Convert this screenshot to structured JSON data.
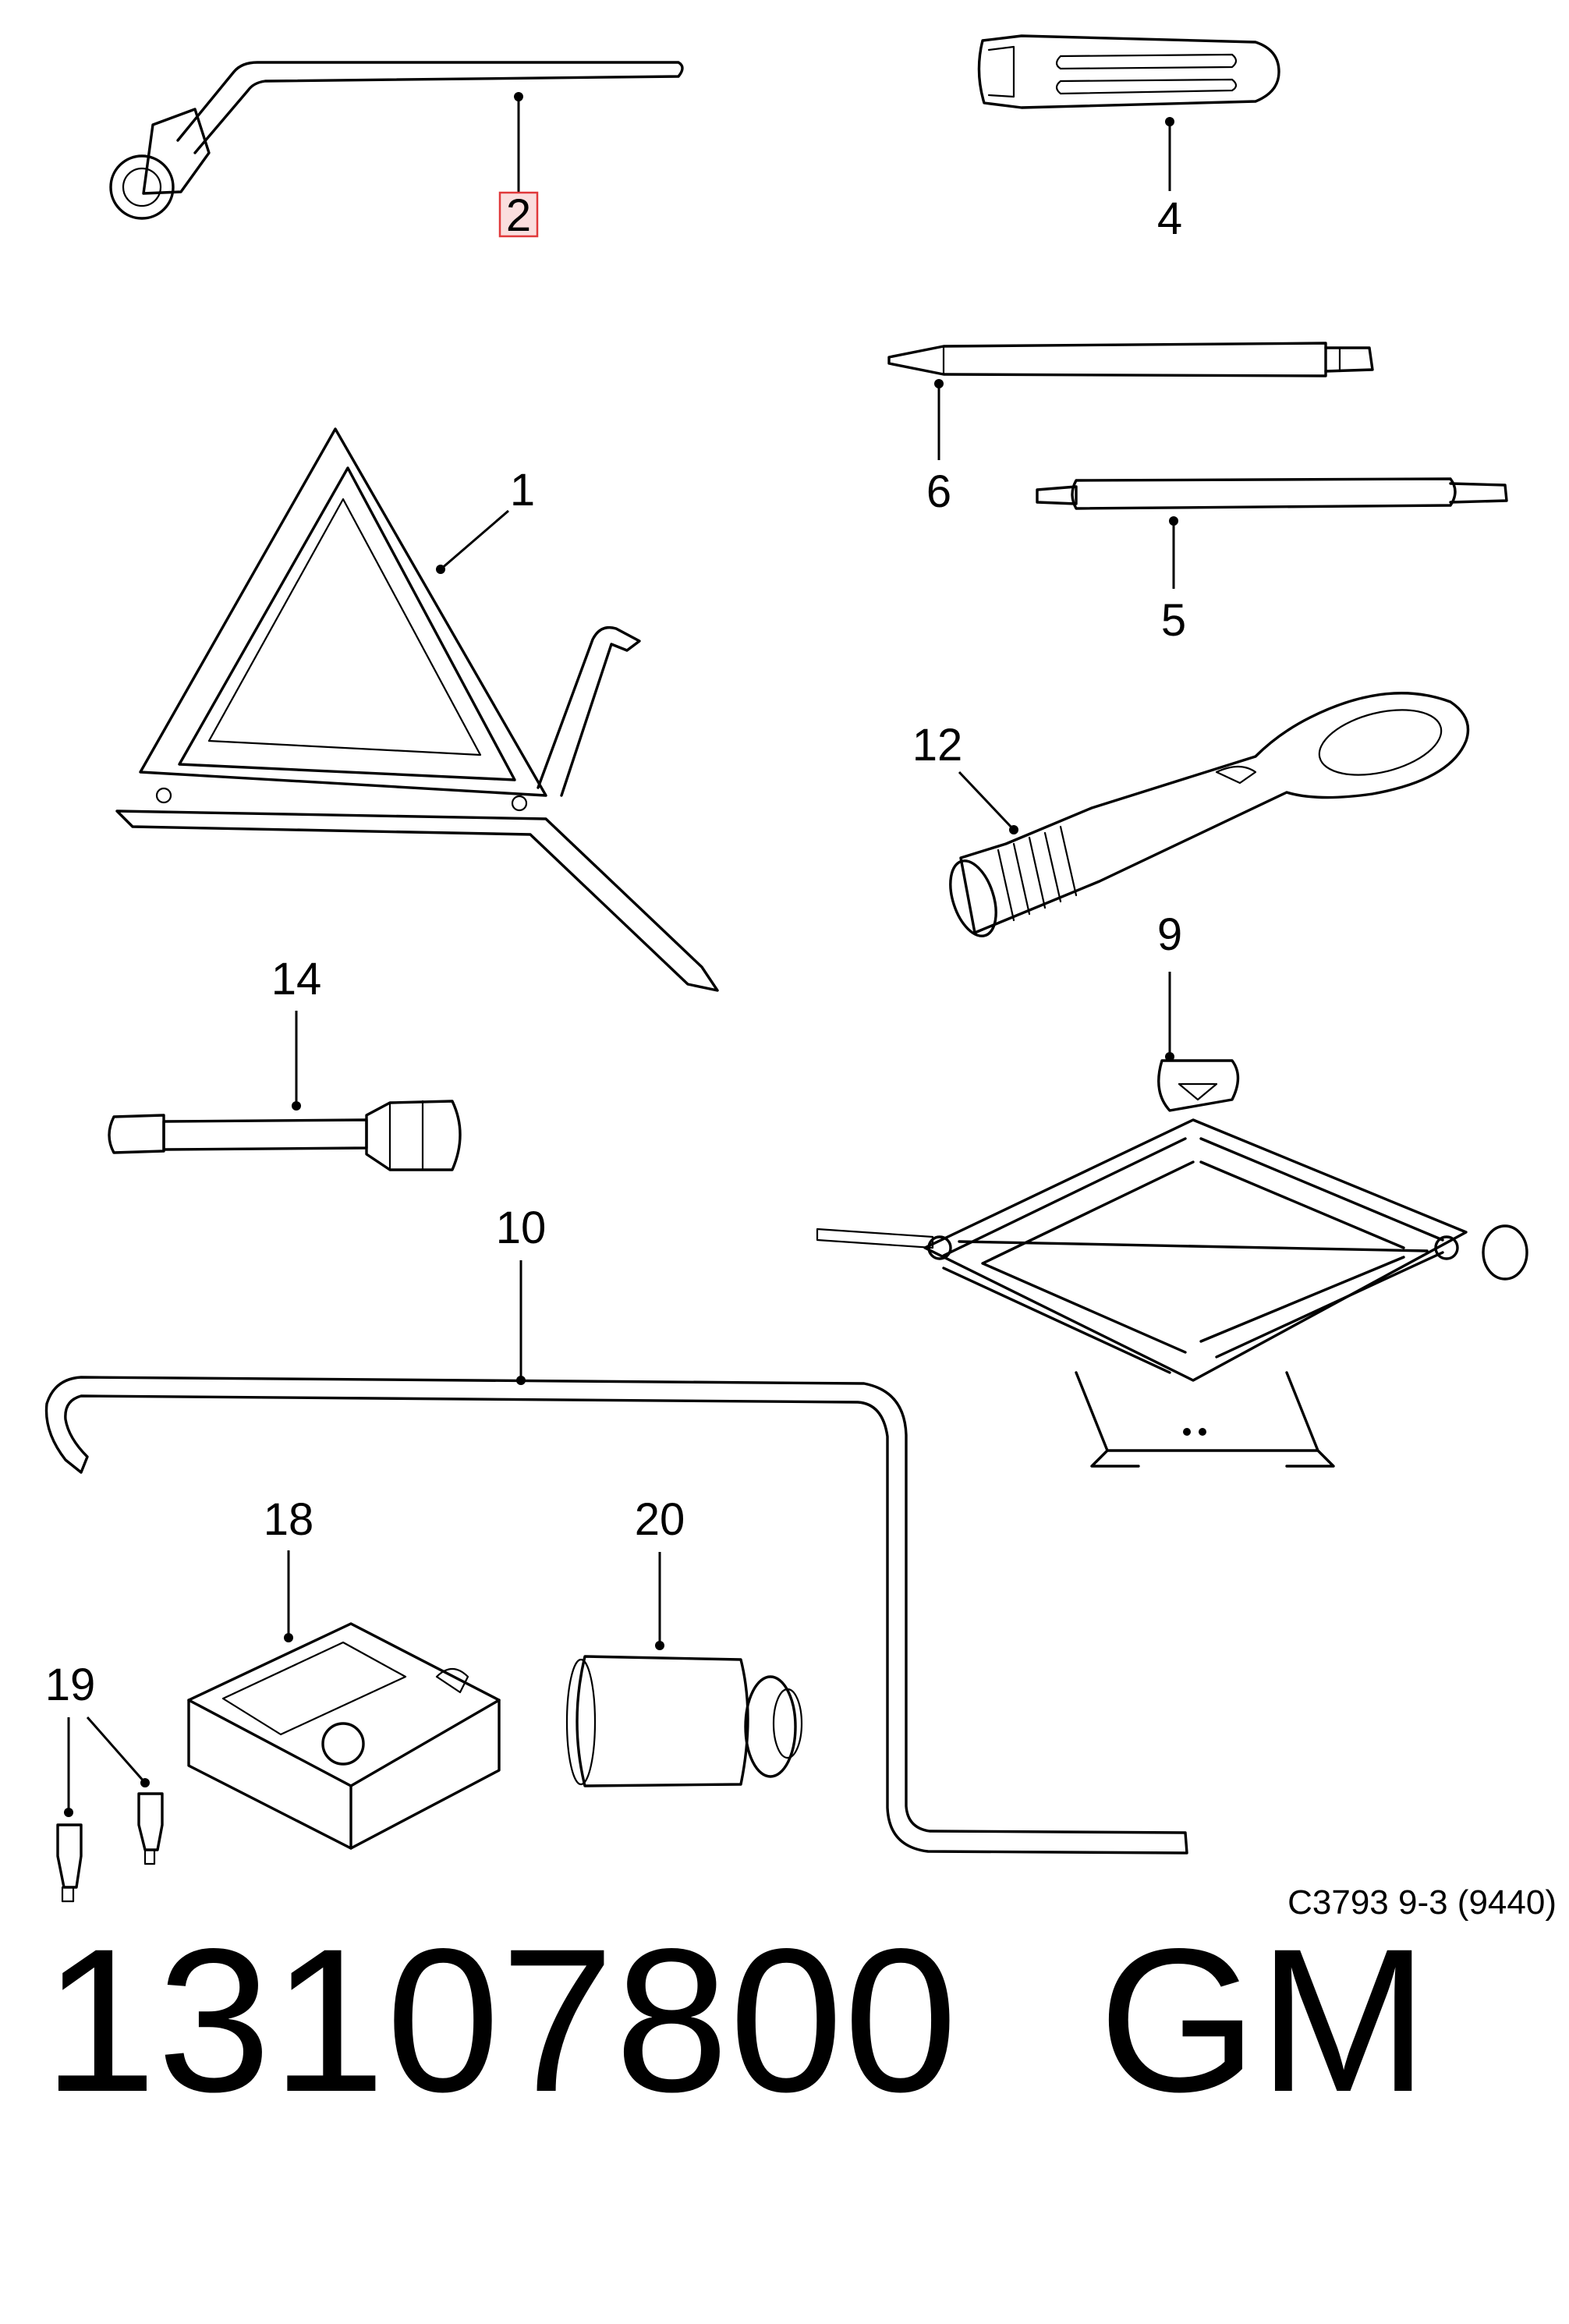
{
  "diagram": {
    "callouts": [
      "2",
      "4",
      "6",
      "5",
      "1",
      "12",
      "9",
      "14",
      "10",
      "18",
      "20",
      "19"
    ],
    "highlighted_callout": "2",
    "highlight_color": "#e0393b",
    "illustration_code": "C3793 9-3 (9440)"
  },
  "footer": {
    "part_number": "13107800",
    "brand": "GM"
  }
}
